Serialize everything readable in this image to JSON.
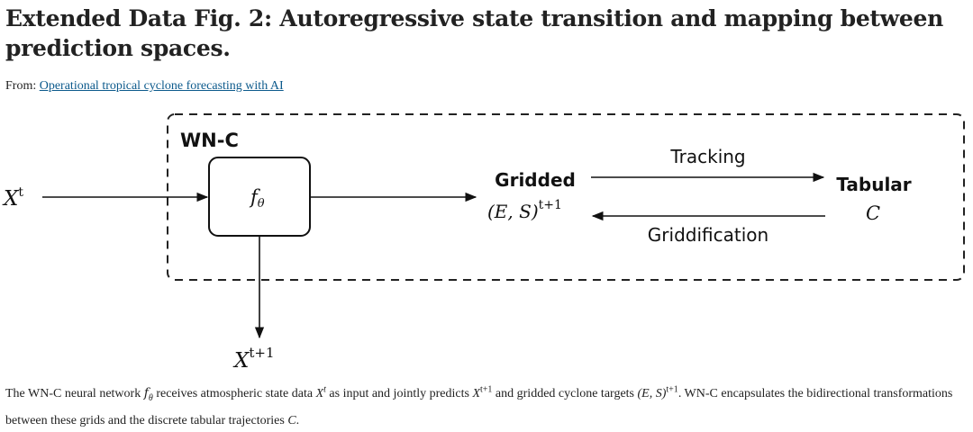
{
  "header": {
    "title": "Extended Data Fig. 2: Autoregressive state transition and mapping between prediction spaces.",
    "from_label": "From:",
    "from_link": "Operational tropical cyclone forecasting with AI"
  },
  "diagram": {
    "model_label": "WN-C",
    "input_label": "X",
    "input_sup": "t",
    "network_label": "f",
    "network_sub": "θ",
    "output_label": "X",
    "output_sup": "t+1",
    "gridded_title": "Gridded",
    "gridded_math": "(E, S)",
    "gridded_sup": "t+1",
    "tabular_title": "Tabular",
    "tabular_math": "C",
    "forward_arrow_label": "Tracking",
    "backward_arrow_label": "Griddification"
  },
  "caption": {
    "p1": "The WN-C neural network ",
    "f": "f",
    "theta": "θ",
    "p2": " receives atmospheric state data ",
    "x1": "X",
    "x1_sup": "t",
    "p3": " as input and jointly predicts ",
    "x2": "X",
    "x2_sup": "t+1",
    "p4": " and gridded cyclone targets ",
    "es": "(E, S)",
    "es_sup": "t+1",
    "p5": ". WN-C encapsulates the bidirectional transformations between these grids and the discrete tabular trajectories ",
    "c": "C",
    "p6": "."
  },
  "colors": {
    "link": "#0c5a8c",
    "text": "#222222"
  }
}
